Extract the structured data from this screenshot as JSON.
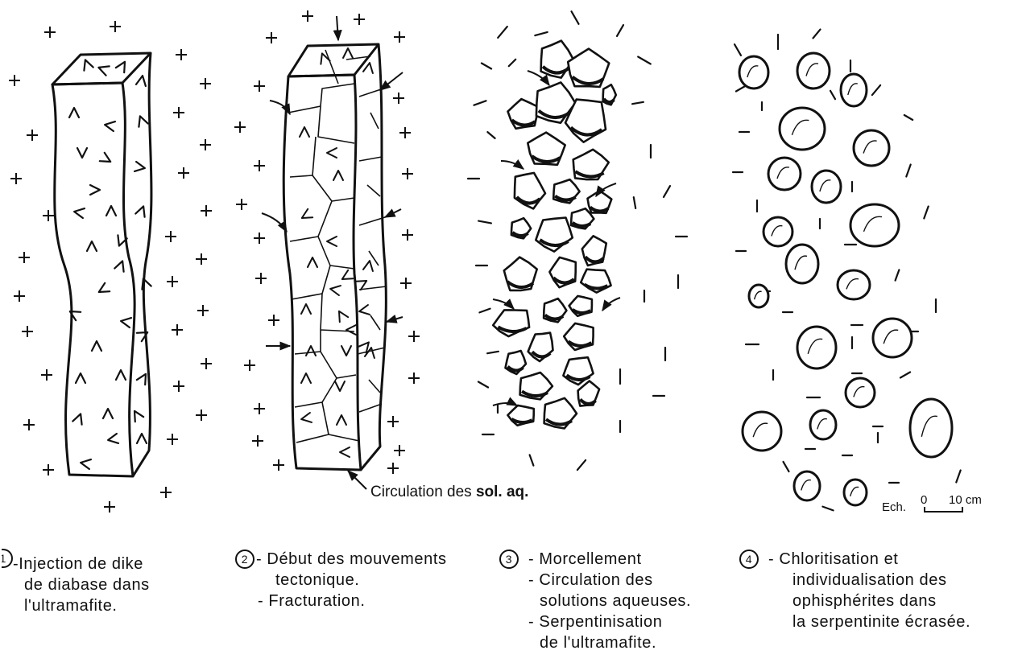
{
  "stages": [
    {
      "id": "1",
      "number": "1",
      "lines": [
        "-Injection de dike",
        "de diabase dans",
        "l'ultramafite."
      ]
    },
    {
      "id": "2",
      "number": "2",
      "lines": [
        "- Début des mouvements",
        "tectonique.",
        "- Fracturation."
      ]
    },
    {
      "id": "3",
      "number": "3",
      "lines": [
        "- Morcellement",
        "- Circulation des",
        "solutions aqueuses.",
        "- Serpentinisation",
        "de l'ultramafite."
      ]
    },
    {
      "id": "4",
      "number": "4",
      "lines": [
        "- Chloritisation et",
        "individualisation des",
        "ophisphérites dans",
        "la serpentinite écrasée."
      ]
    }
  ],
  "annotation": {
    "text": "Circulation des",
    "bold_text": "sol. aq."
  },
  "scale_bar": {
    "prefix": "Ech.",
    "start": "0",
    "end": "10 cm"
  }
}
